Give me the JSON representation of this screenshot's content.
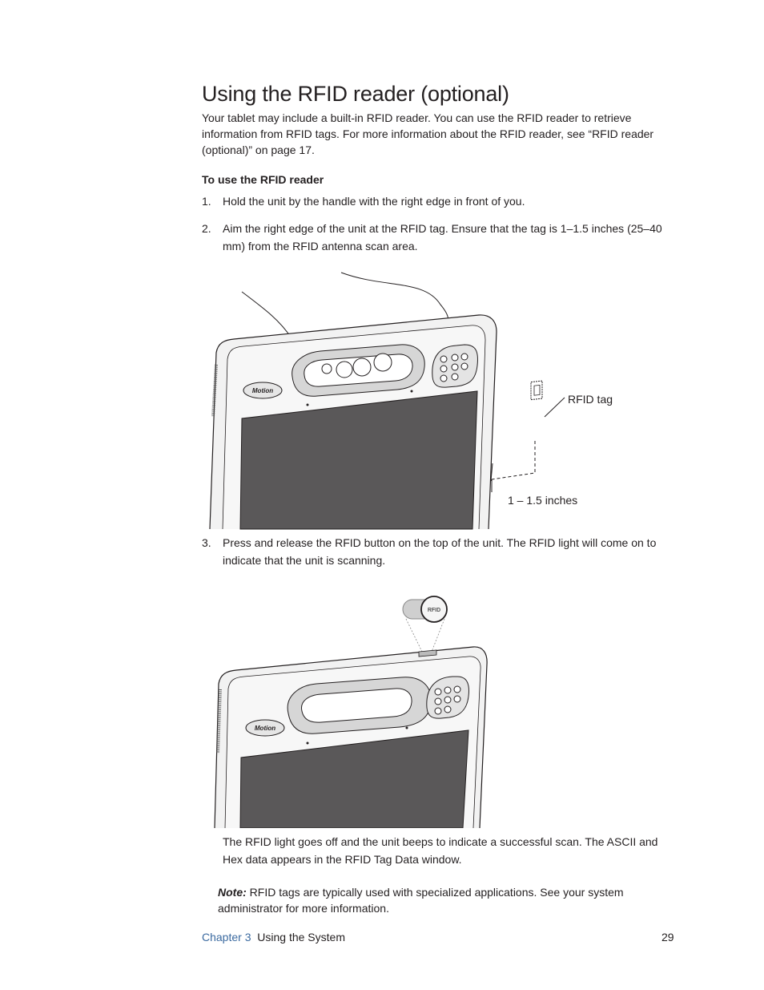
{
  "section": {
    "title": "Using the RFID reader (optional)",
    "intro": "Your tablet may include a built-in RFID reader. You can use the RFID reader to retrieve information from RFID tags. For more information about the RFID reader, see “RFID reader (optional)” on page 17."
  },
  "procedure": {
    "heading": "To use the RFID reader",
    "steps": [
      {
        "num": "1.",
        "text": "Hold the unit by the handle with the right edge in front of you."
      },
      {
        "num": "2.",
        "text": "Aim the right edge of the unit at the RFID tag. Ensure that the tag is 1–1.5 inches (25–40 mm) from the RFID antenna scan area."
      },
      {
        "num": "3.",
        "text": "Press and release the RFID button on the top of the unit. The RFID light will come on to indicate that the unit is scanning."
      }
    ]
  },
  "figure1": {
    "callout_tag": "RFID tag",
    "callout_distance": "1 – 1.5 inches",
    "logo_text": "Motion"
  },
  "figure2": {
    "button_label": "RFID",
    "logo_text": "Motion"
  },
  "result_text": "The RFID light goes off and the unit beeps to indicate a successful scan. The ASCII and Hex data appears in the RFID Tag Data window.",
  "note": {
    "label": "Note:",
    "text": " RFID tags are typically used with specialized applications. See your system administrator for more information."
  },
  "footer": {
    "chapter": "Chapter 3",
    "chapter_title": "Using the System",
    "page_number": "29"
  },
  "colors": {
    "chapter_link": "#3b6aa0",
    "screen": "#5a5859",
    "bezel_gray": "#d6d6d6"
  }
}
